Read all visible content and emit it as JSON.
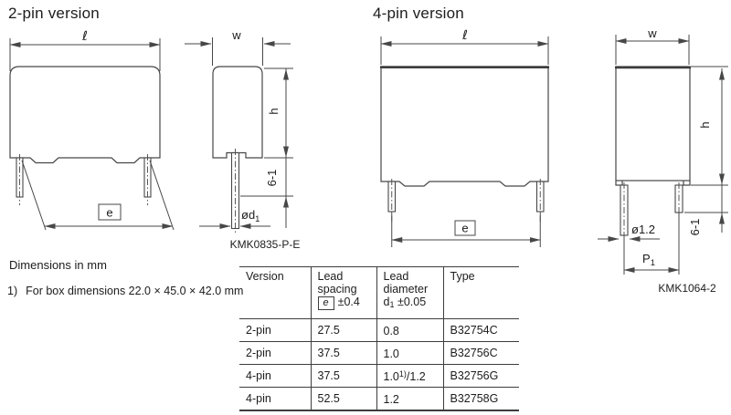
{
  "sections": {
    "two_pin": {
      "title": "2-pin version",
      "drawing_id": "KMK0835-P-E",
      "dims": {
        "length": "ℓ",
        "width": "w",
        "height": "h",
        "standoff": "6-1",
        "spacing": "e",
        "lead_dia_prefix": "ød",
        "lead_dia_sub": "1"
      }
    },
    "four_pin": {
      "title": "4-pin version",
      "drawing_id": "KMK1064-2",
      "dims": {
        "length": "ℓ",
        "width": "w",
        "height": "h",
        "standoff": "6-1",
        "spacing": "e",
        "lead_dia": "ø1.2",
        "pin_pitch_prefix": "P",
        "pin_pitch_sub": "1"
      }
    }
  },
  "notes": {
    "units": "Dimensions in mm",
    "footnote_marker": "1)",
    "footnote_text": "For box dimensions 22.0 × 45.0 × 42.0 mm"
  },
  "table": {
    "headers": {
      "version": "Version",
      "lead_spacing_line1": "Lead",
      "lead_spacing_line2": "spacing",
      "lead_spacing_sym": "e",
      "lead_spacing_tol": "±0.4",
      "lead_diameter_line1": "Lead",
      "lead_diameter_line2": "diameter",
      "lead_diameter_sym": "d",
      "lead_diameter_sym_sub": "1",
      "lead_diameter_tol": "±0.05",
      "type": "Type"
    },
    "rows": [
      {
        "version": "2-pin",
        "spacing": "27.5",
        "diameter_pre": "0.8",
        "diameter_sup": "",
        "diameter_post": "",
        "type": "B32754C"
      },
      {
        "version": "2-pin",
        "spacing": "37.5",
        "diameter_pre": "1.0",
        "diameter_sup": "",
        "diameter_post": "",
        "type": "B32756C"
      },
      {
        "version": "4-pin",
        "spacing": "37.5",
        "diameter_pre": "1.0",
        "diameter_sup": "1)",
        "diameter_post": "/1.2",
        "type": "B32756G"
      },
      {
        "version": "4-pin",
        "spacing": "52.5",
        "diameter_pre": "1.2",
        "diameter_sup": "",
        "diameter_post": "",
        "type": "B32758G"
      }
    ]
  }
}
